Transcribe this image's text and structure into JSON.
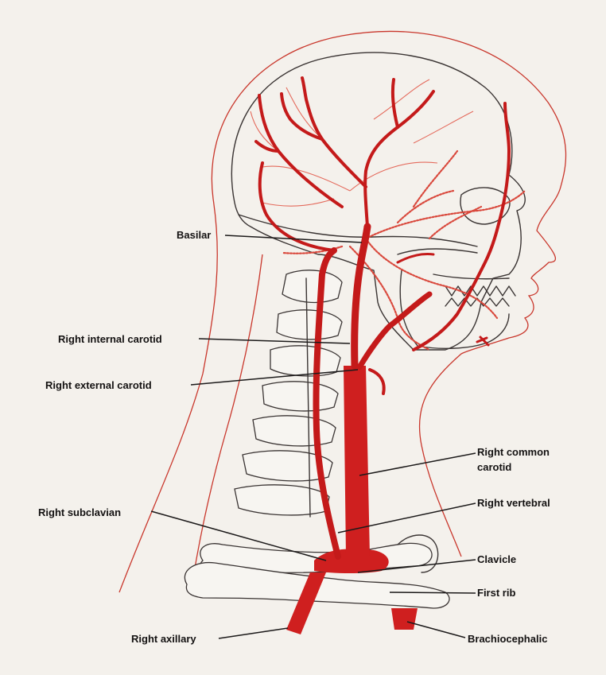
{
  "labels": {
    "basilar": "Basilar",
    "right_internal_carotid": "Right internal carotid",
    "right_external_carotid": "Right external carotid",
    "right_common_carotid_line1": "Right common",
    "right_common_carotid_line2": "carotid",
    "right_subclavian": "Right subclavian",
    "right_vertebral": "Right vertebral",
    "clavicle": "Clavicle",
    "first_rib": "First rib",
    "right_axillary": "Right axillary",
    "brachiocephalic": "Brachiocephalic"
  },
  "colors": {
    "artery": "#c41a1a",
    "outline": "#3a3433",
    "skin_outline": "#c9372c",
    "background": "#f4f1ec",
    "label_text": "#141212"
  }
}
